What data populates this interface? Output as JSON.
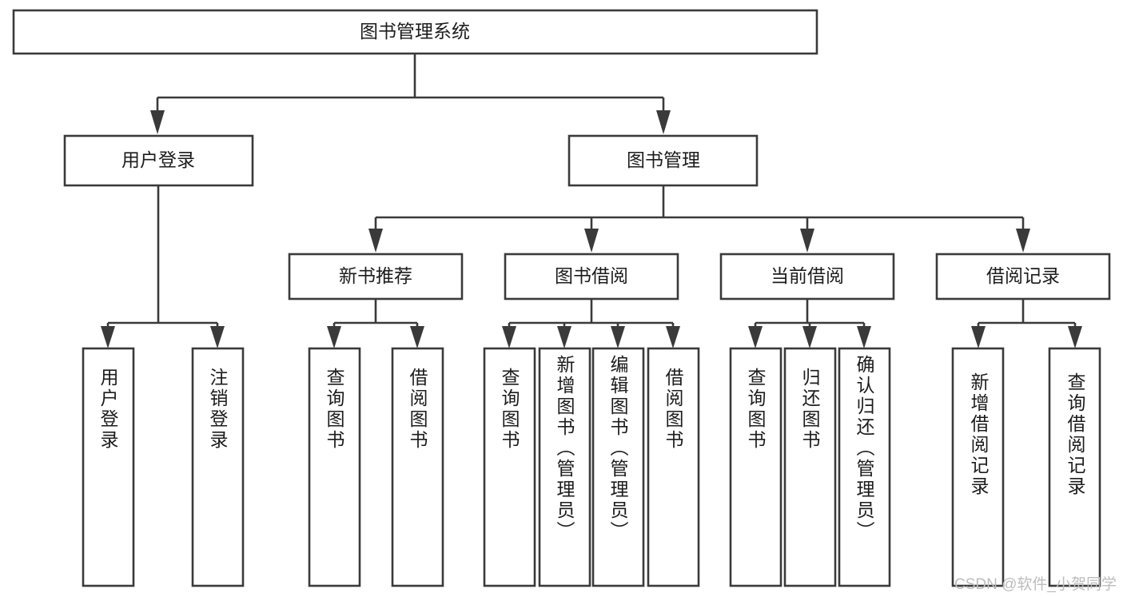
{
  "diagram": {
    "title": "图书管理系统",
    "type": "tree-hierarchy-diagram",
    "colors": {
      "box_fill": "#ffffff",
      "box_stroke": "#3a3a3a",
      "text": "#1c1c1c",
      "background": "#ffffff",
      "watermark": "#bdbdbd"
    },
    "root": {
      "label": "图书管理系统"
    },
    "level1": [
      {
        "label": "用户登录"
      },
      {
        "label": "图书管理"
      }
    ],
    "level2": [
      {
        "label": "新书推荐"
      },
      {
        "label": "图书借阅"
      },
      {
        "label": "当前借阅"
      },
      {
        "label": "借阅记录"
      }
    ],
    "leaves": {
      "user_login": [
        {
          "label": "用户登录"
        },
        {
          "label": "注销登录"
        }
      ],
      "new_book_recommend": [
        {
          "label": "查询图书"
        },
        {
          "label": "借阅图书"
        }
      ],
      "book_borrow": [
        {
          "label": "查询图书"
        },
        {
          "label": "新增图书（管理员）"
        },
        {
          "label": "编辑图书（管理员）"
        },
        {
          "label": "借阅图书"
        }
      ],
      "current_borrow": [
        {
          "label": "查询图书"
        },
        {
          "label": "归还图书"
        },
        {
          "label": "确认归还（管理员）"
        }
      ],
      "borrow_record": [
        {
          "label": "新增借阅记录"
        },
        {
          "label": "查询借阅记录"
        }
      ]
    },
    "watermark": "CSDN @软件_小贺同学"
  }
}
